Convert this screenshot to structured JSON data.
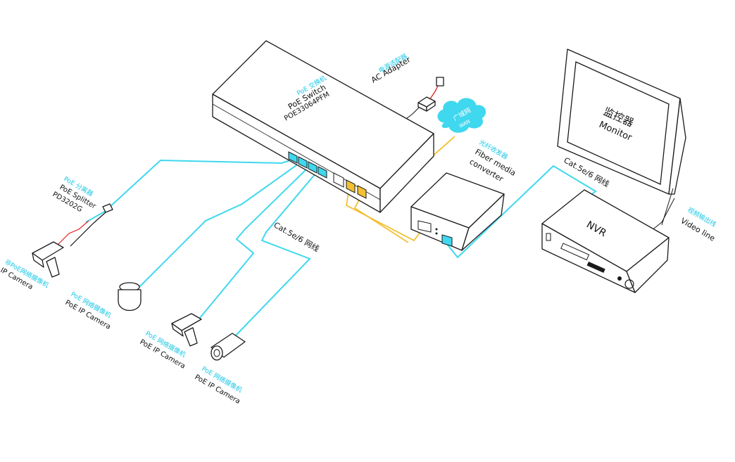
{
  "switch": {
    "cn": "PoE 交换机",
    "en": "PoE  Switch",
    "model": "POE33064PFM"
  },
  "ac_adapter": {
    "cn": "电源适配器",
    "en": "AC Adapter"
  },
  "wan": {
    "cn": "广域网",
    "en": "WAN"
  },
  "fiber": {
    "cn": "光纤收发器",
    "en1": "Fiber media",
    "en2": "converter"
  },
  "monitor": {
    "cn": "监控器",
    "en": "Monitor"
  },
  "nvr": {
    "label": "NVR"
  },
  "video_line": {
    "cn": "视频输出线",
    "en": "Video line"
  },
  "cable_right": {
    "label": "Cat.5e/6 网线"
  },
  "cable_mid": {
    "label": "Cat.5e/6 网线"
  },
  "splitter": {
    "cn": "PoE 分离器",
    "en": "PoE Splitter",
    "model": "PD3202G"
  },
  "cam1": {
    "cn": "非PoE网络摄像机",
    "en": "IP Camera"
  },
  "cam2": {
    "cn": "PoE 网络摄像机",
    "en": "PoE IP Camera"
  },
  "cam3": {
    "cn": "PoE 网络摄像机",
    "en": "PoE IP Camera"
  },
  "cam4": {
    "cn": "PoE 网络摄像机",
    "en": "PoE IP Camera"
  },
  "colors": {
    "ethernet": "#3fd8ee",
    "fiber": "#f2c032",
    "power": "#e02020",
    "label_cn": "#19c7e6"
  }
}
